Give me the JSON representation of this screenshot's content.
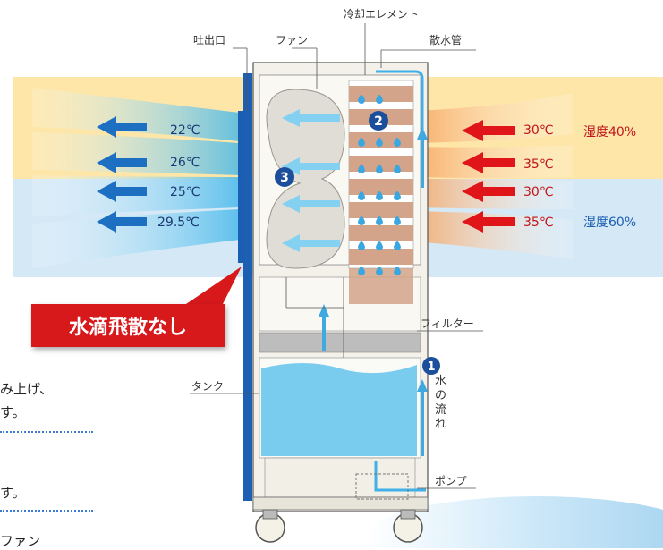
{
  "labels": {
    "cooling_element": "冷却エレメント",
    "outlet": "吐出口",
    "fan": "ファン",
    "sprinkler_pipe": "散水管",
    "filter": "フィルター",
    "tank": "タンク",
    "pump": "ポンプ",
    "water_flow": "水の流れ"
  },
  "outlet_temps": [
    "22℃",
    "26℃",
    "25℃",
    "29.5℃"
  ],
  "inlet_temps": [
    "30℃",
    "35℃",
    "30℃",
    "35℃"
  ],
  "humidity": {
    "upper": "湿度40%",
    "lower": "湿度60%"
  },
  "callout": "水滴飛散なし",
  "step_numbers": [
    "1",
    "2",
    "3"
  ],
  "side_text": {
    "line1": "み上げ、",
    "line2": "す。",
    "line3": "す。",
    "line4": "ファン"
  },
  "colors": {
    "warm_band": "#fde6a8",
    "cool_band": "#d4e8f6",
    "red_arrow": "#e0151a",
    "blue_arrow": "#1d6fc2",
    "callout": "#d7191c",
    "element": "#d4a48a",
    "water": "#6cc7ee"
  }
}
